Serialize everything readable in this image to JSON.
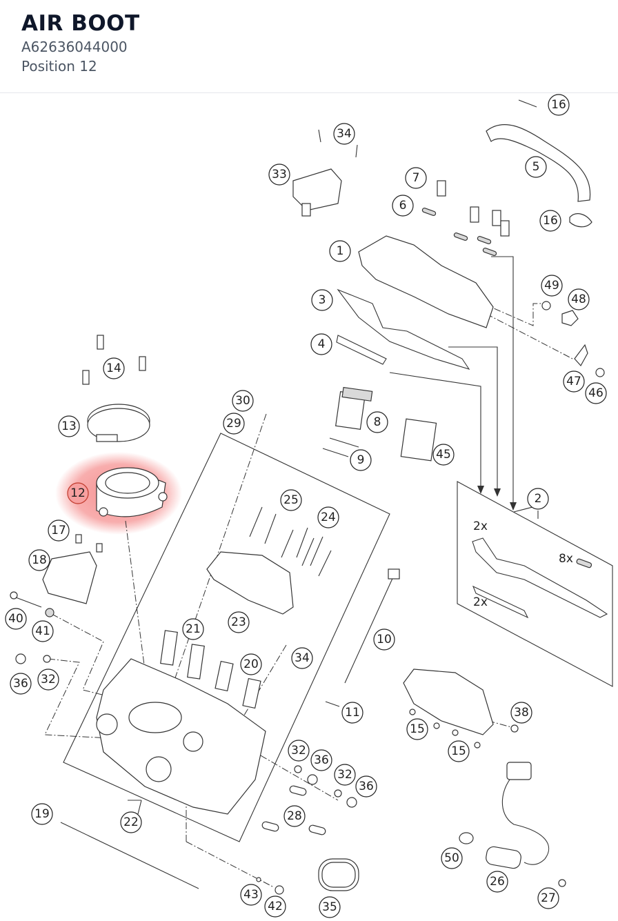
{
  "header": {
    "title": "AIR BOOT",
    "part_number": "A62636044000",
    "position": "Position 12"
  },
  "highlight": {
    "label": "12",
    "color": "#f26b6b"
  },
  "callouts": [
    "1",
    "2",
    "3",
    "4",
    "5",
    "6",
    "7",
    "8",
    "9",
    "10",
    "11",
    "13",
    "14",
    "15",
    "15",
    "16",
    "16",
    "17",
    "18",
    "19",
    "20",
    "21",
    "22",
    "23",
    "24",
    "25",
    "26",
    "27",
    "28",
    "29",
    "30",
    "32",
    "32",
    "32",
    "33",
    "34",
    "34",
    "35",
    "36",
    "36",
    "36",
    "38",
    "40",
    "41",
    "42",
    "43",
    "45",
    "46",
    "47",
    "48",
    "49",
    "50"
  ],
  "kit_notes": {
    "gasket_qty": "2x",
    "seal_qty": "8x",
    "small_gasket_qty": "2x"
  }
}
